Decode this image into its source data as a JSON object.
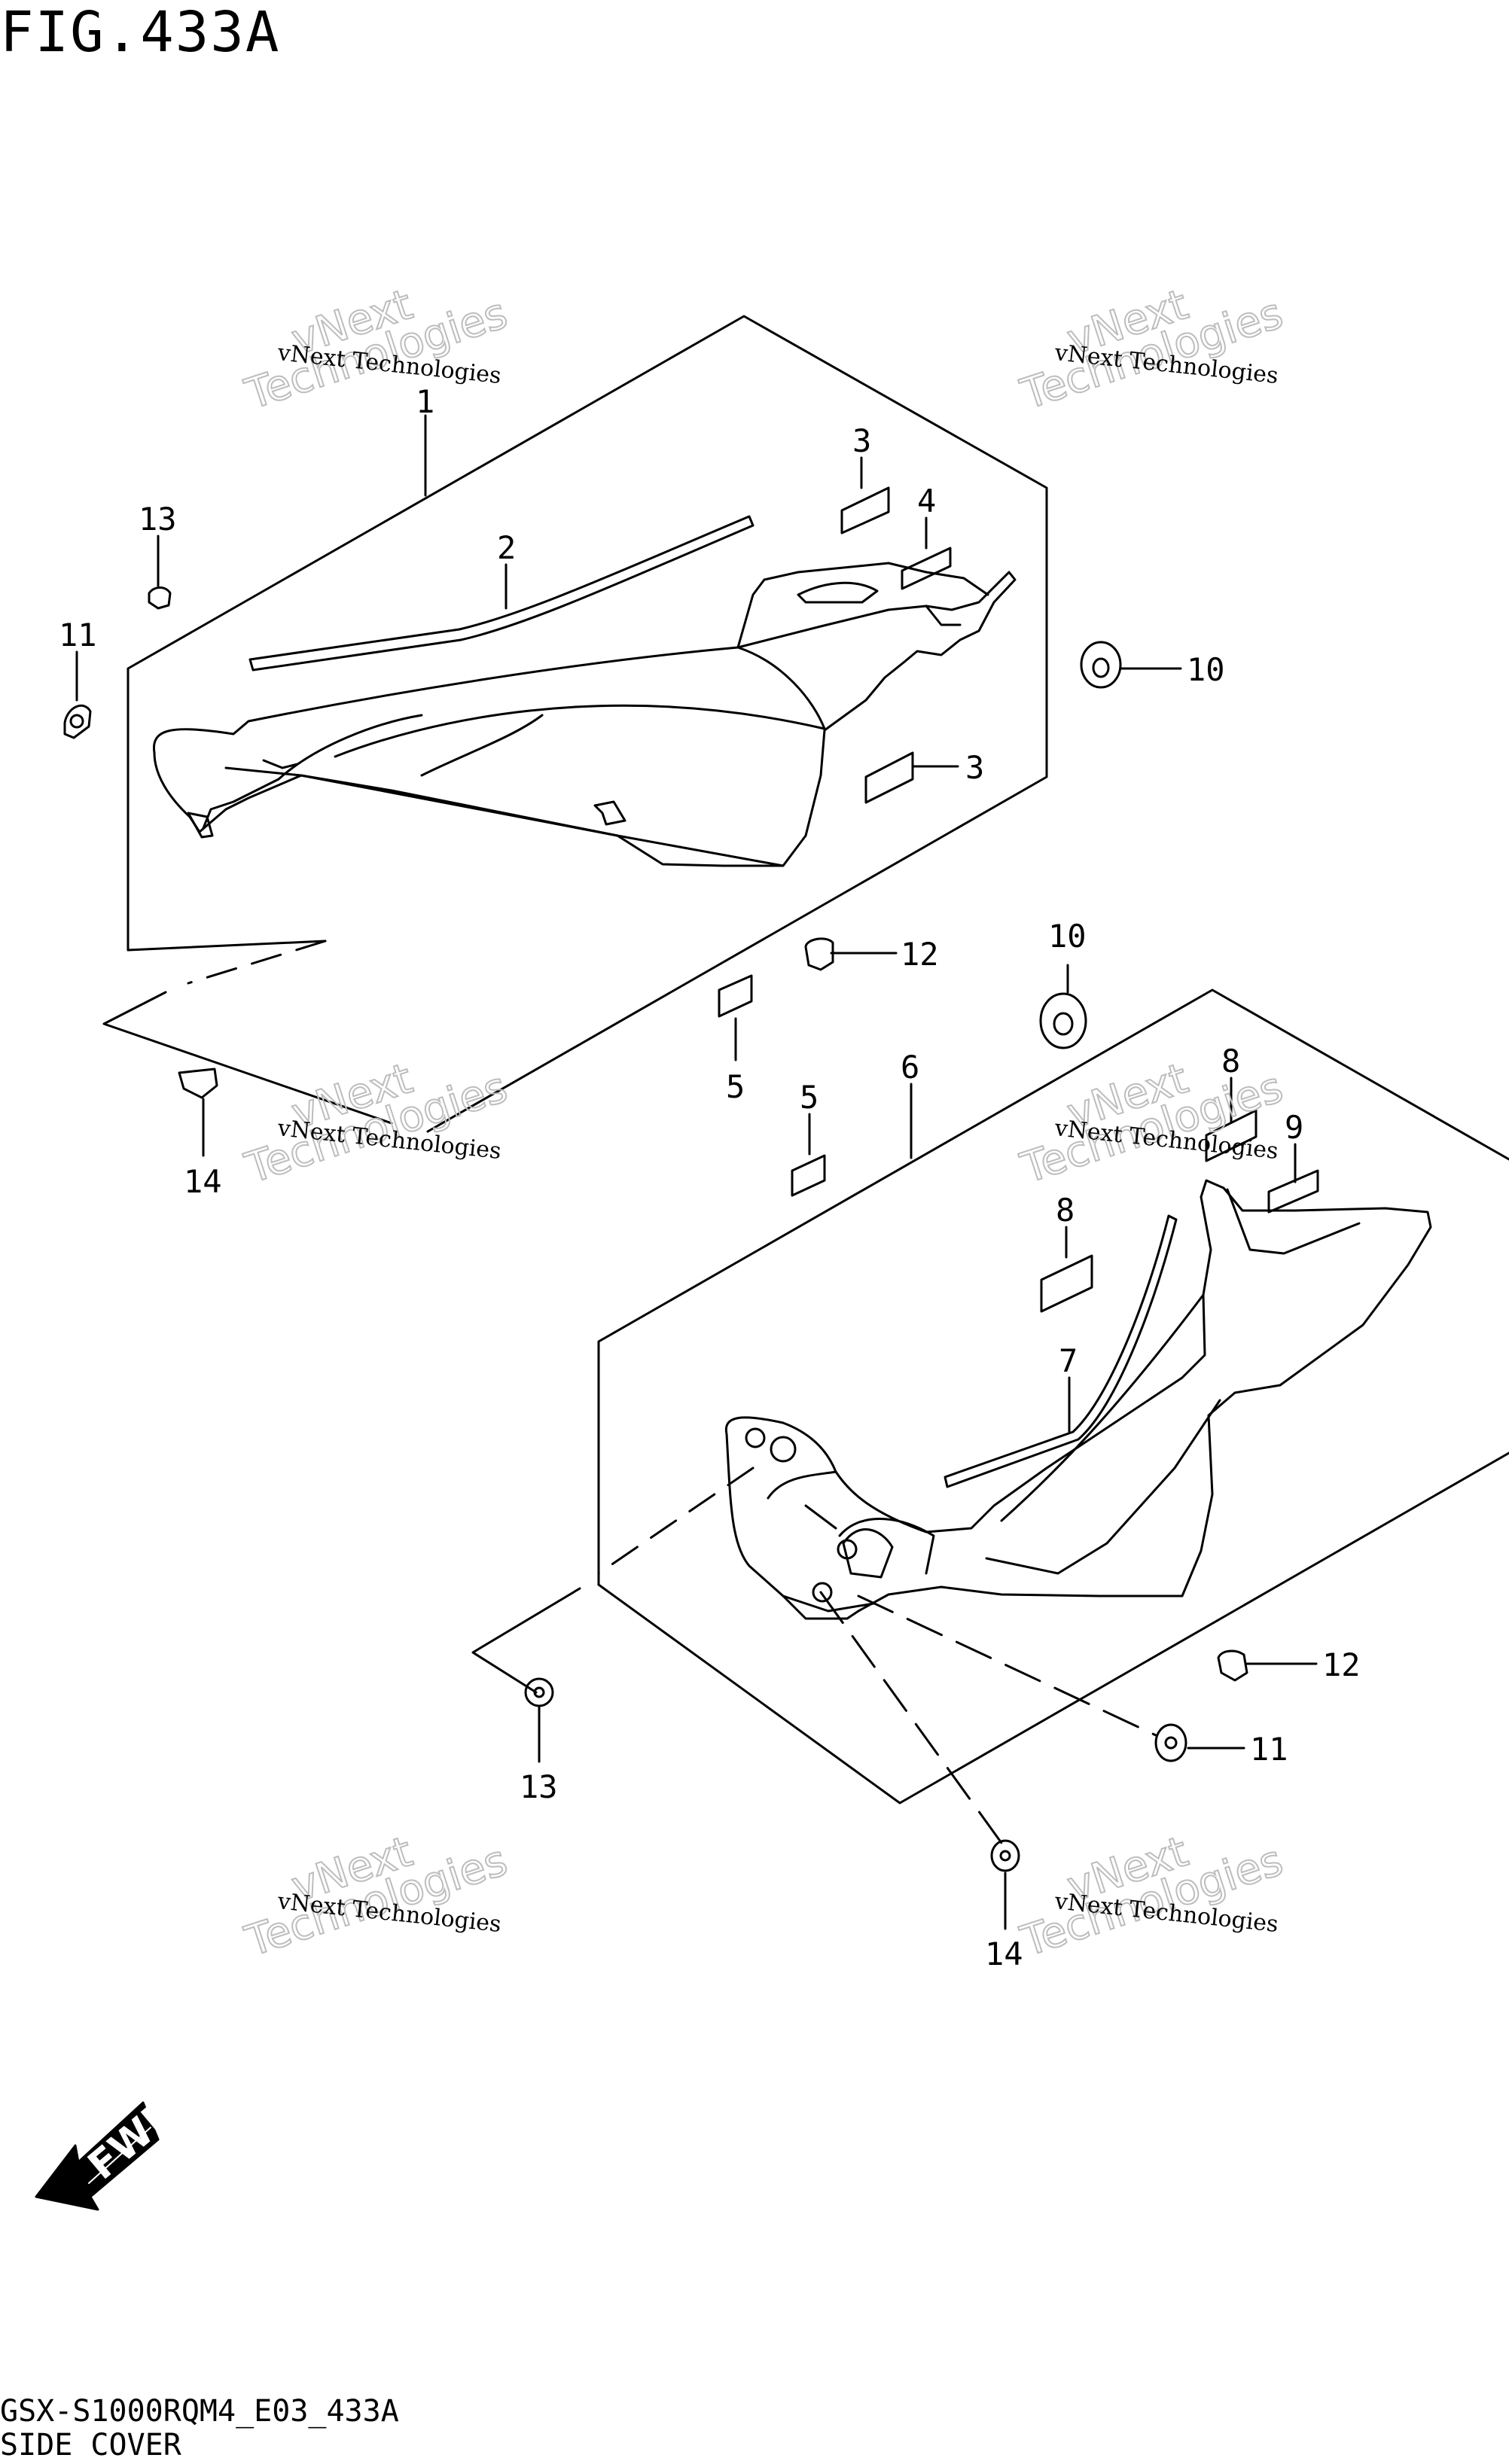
{
  "figure": {
    "title": "FIG.433A",
    "model_code": "GSX-S1000RQM4_E03_433A",
    "name": "SIDE COVER"
  },
  "fwd_arrow_label": "FWD",
  "watermark": {
    "line1": "vNext",
    "line2": "Technologies"
  },
  "callouts": [
    "1",
    "2",
    "3",
    "4",
    "3",
    "13",
    "11",
    "10",
    "12",
    "10",
    "5",
    "5",
    "6",
    "8",
    "9",
    "8",
    "7",
    "14",
    "12",
    "11",
    "13",
    "14"
  ]
}
